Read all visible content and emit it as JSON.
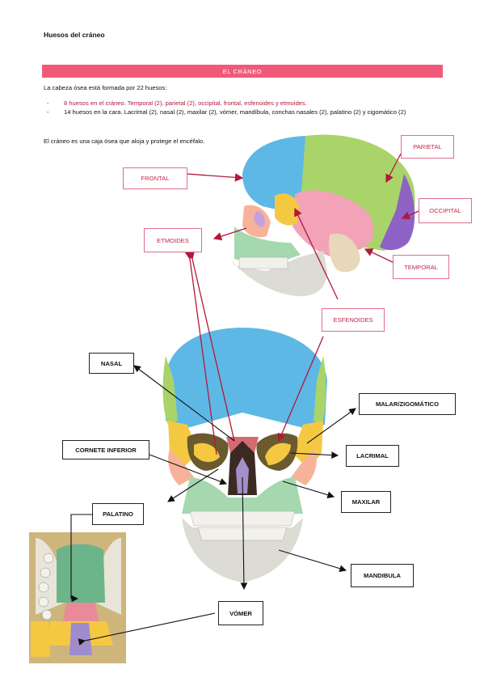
{
  "document": {
    "title": "Huesos del cráneo",
    "section_header": "EL CRÁNEO",
    "intro": "La cabeza ósea está formada por 22 huesos:",
    "bullets": [
      {
        "marker": "-",
        "text": "8 huesos en el cráneo. Temporal (2), parietal (2), occipital, frontal, esfenoides y etmoides."
      },
      {
        "marker": "-",
        "text": "14 huesos en la cara. Lacrimal (2), nasal (2), maxilar (2), vómer, mandíbula, conchas nasales (2), palatino (2) y cigomático (2)"
      }
    ],
    "description": "El cráneo es una caja ósea que aloja y protege el encéfalo."
  },
  "labels": {
    "parietal": "PARIETAL",
    "frontal": "FRONTAL",
    "occipital": "OCCIPITAL",
    "etmoides": "ETMOIDES",
    "temporal": "TEMPORAL",
    "esfenoides": "ESFENOIDES",
    "nasal": "NASAL",
    "malar": "MALAR/ZIGOMÁTICO",
    "cornete": "CORNETE INFERIOR",
    "lacrimal": "LACRIMAL",
    "maxilar": "MAXILAR",
    "palatino": "PALATINO",
    "mandibula": "MANDIBULA",
    "vomer": "VÓMER"
  },
  "colors": {
    "header_bar": "#f05a78",
    "accent_red": "#b2183a",
    "frontal_bone": "#5db8e6",
    "parietal_bone": "#a9d46a",
    "occipital_bone": "#8d62c4",
    "temporal_bone": "#f2a3b8",
    "sphenoid_bone": "#f5c842",
    "maxilla_bone": "#a6d8b0",
    "mandible_bone": "#dcdcd5"
  }
}
